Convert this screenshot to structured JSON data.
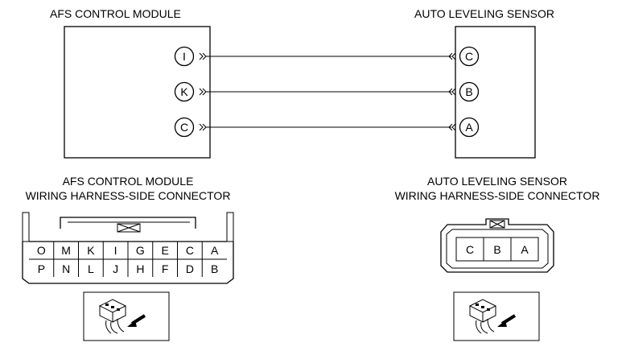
{
  "afs_module": {
    "title": "AFS CONTROL MODULE",
    "terminals": [
      "I",
      "K",
      "C"
    ]
  },
  "sensor": {
    "title": "AUTO LEVELING SENSOR",
    "terminals": [
      "C",
      "B",
      "A"
    ]
  },
  "afs_connector": {
    "title_line1": "AFS CONTROL MODULE",
    "title_line2": "WIRING HARNESS-SIDE CONNECTOR",
    "top_row": [
      "O",
      "M",
      "K",
      "I",
      "G",
      "E",
      "C",
      "A"
    ],
    "bottom_row": [
      "P",
      "N",
      "L",
      "J",
      "H",
      "F",
      "D",
      "B"
    ]
  },
  "sensor_connector": {
    "title_line1": "AUTO LEVELING SENSOR",
    "title_line2": "WIRING HARNESS-SIDE CONNECTOR",
    "cells": [
      "C",
      "B",
      "A"
    ]
  },
  "icons": {
    "view_direction": "connector-view-direction-icon",
    "wire_arrows": "double-chevron-connector-icon"
  }
}
